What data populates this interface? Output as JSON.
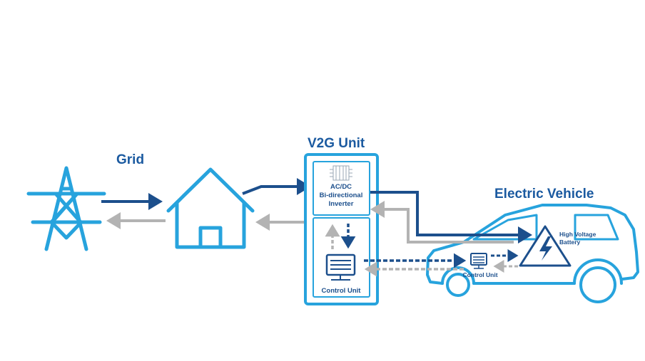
{
  "labels": {
    "grid": "Grid",
    "v2g_unit": "V2G Unit",
    "inverter_line1": "AC/DC",
    "inverter_line2": "Bi-directional",
    "inverter_line3": "Inverter",
    "control_unit_station": "Control Unit",
    "control_unit_vehicle": "Control Unit",
    "electric_vehicle": "Electric Vehicle",
    "battery_line1": "High Voltage",
    "battery_line2": "Battery"
  },
  "colors": {
    "dark_blue": "#1c4f8c",
    "light_blue": "#27a3dd",
    "gray": "#b3b3b3",
    "label_blue": "#1b5aa0"
  },
  "icons": {
    "tower": "power-tower-icon",
    "house": "house-icon",
    "inverter": "inverter-chip-icon",
    "control_unit": "computer-terminal-icon",
    "battery": "high-voltage-warning-icon",
    "vehicle": "electric-car-icon"
  }
}
